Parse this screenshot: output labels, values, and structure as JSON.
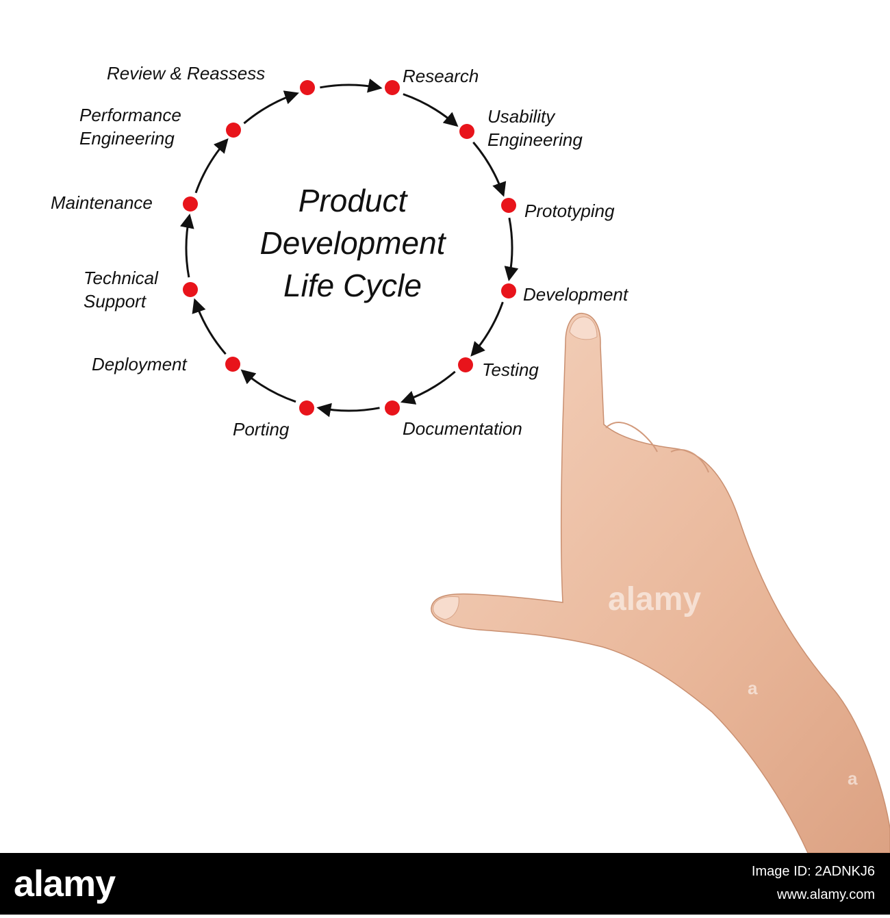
{
  "diagram": {
    "title": "Product\nDevelopment\nLife Cycle",
    "steps": [
      "Research",
      "Usability\nEngineering",
      "Prototyping",
      "Development",
      "Testing",
      "Documentation",
      "Porting",
      "Deployment",
      "Technical\nSupport",
      "Maintenance",
      "Performance\nEngineering",
      "Review & Reassess"
    ],
    "node_color": "#e8141b",
    "arrow_color": "#111111"
  },
  "watermark": {
    "center": "alamy",
    "small": "a"
  },
  "footer": {
    "logo": "alamy",
    "image_id": "Image ID: 2ADNKJ6",
    "url": "www.alamy.com"
  }
}
